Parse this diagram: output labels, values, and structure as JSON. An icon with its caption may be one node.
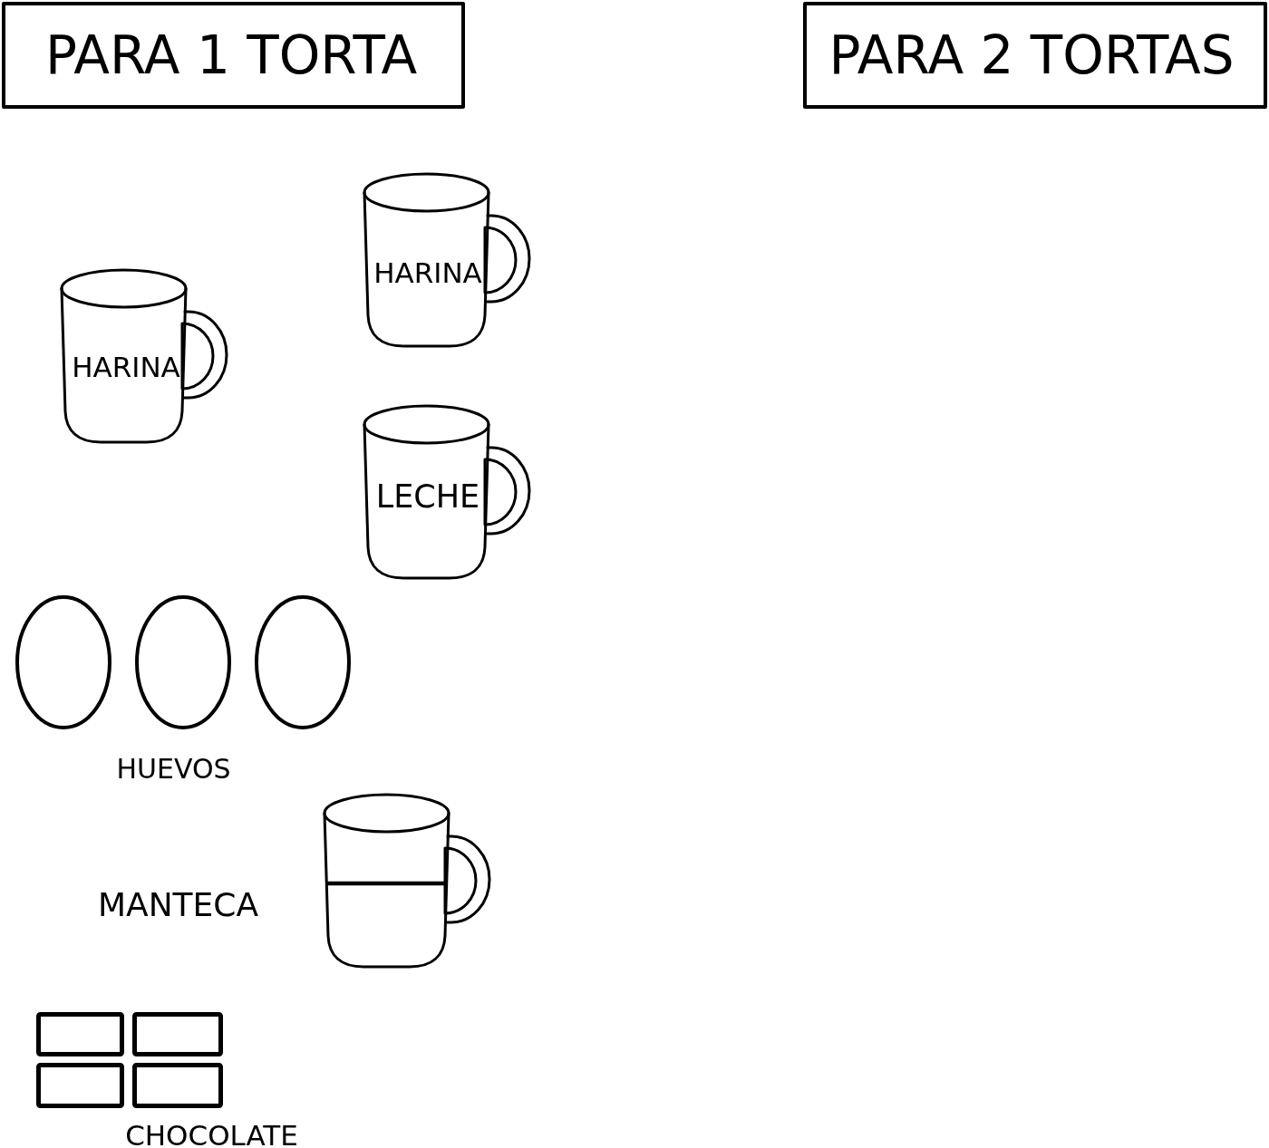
{
  "diagram": {
    "nodes": [
      {
        "text": [
          "PARA 1 TORTA"
        ]
      },
      {
        "text": [
          "PARA 2 TORTAS"
        ]
      },
      {
        "text": [
          "HARINA"
        ]
      },
      {
        "text": [
          "HARINA"
        ]
      },
      {
        "text": [
          "LECHE"
        ]
      },
      {
        "text": [],
        "shape": "ellipse"
      },
      {
        "text": [],
        "shape": "ellipse"
      },
      {
        "text": [],
        "shape": "ellipse"
      },
      {
        "text": [],
        "shape": "picture",
        "beside": [
          "MANTECA"
        ]
      },
      {
        "text": [],
        "shape": "picture",
        "beside": [
          "CHOCOLATE"
        ]
      }
    ],
    "labels": [
      "HUEVOS"
    ]
  }
}
